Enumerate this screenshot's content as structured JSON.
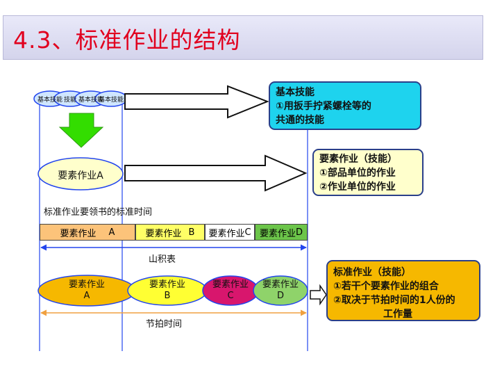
{
  "title": "4.3、标准作业的结构",
  "basic_circles": [
    "基本技能",
    "技能",
    "基本技能",
    "基本技能"
  ],
  "element_work_a": "要素作业A",
  "box_basic": {
    "heading": "基本技能",
    "lines": [
      "①用扳手拧紧螺栓等的",
      "共通的技能"
    ]
  },
  "box_element": {
    "heading": "要素作业（技能）",
    "lines": [
      "①部品单位的作业",
      "②作业单位的作业"
    ]
  },
  "box_standard": {
    "heading": "标准作业（技能）",
    "lines": [
      "①若干个要素作业的组合",
      "②取决于节拍时间的1人份的",
      "工作量"
    ]
  },
  "label_std_time": "标准作业要领书的标准时间",
  "bar_segments": [
    {
      "name": "要素作业",
      "tag": "A",
      "color": "#fcc37a"
    },
    {
      "name": "要素作业",
      "tag": "B",
      "color": "#ffff66"
    },
    {
      "name": "要素作业",
      "tag": "C",
      "color": "#ffffff"
    },
    {
      "name": "要素作业",
      "tag": "D",
      "color": "#6cc54a"
    }
  ],
  "label_yamazumi": "山积表",
  "element_ovals": [
    {
      "name": "要素作业",
      "tag": "A",
      "color": "#f6b800"
    },
    {
      "name": "要素作业",
      "tag": "B",
      "color": "#ffff33"
    },
    {
      "name": "要素作业",
      "tag": "C",
      "color": "#d8166d"
    },
    {
      "name": "要素作业",
      "tag": "D",
      "color": "#8fd36a"
    }
  ],
  "label_takt": "节拍时间",
  "colors": {
    "title": "#e1001e",
    "box_basic": "#1ed3ee",
    "box_element": "#ffffcc",
    "box_standard": "#f6b800",
    "arrow_green": "#33dd00",
    "dim_blue": "#2245ee",
    "dim_orange": "#f0a040"
  }
}
